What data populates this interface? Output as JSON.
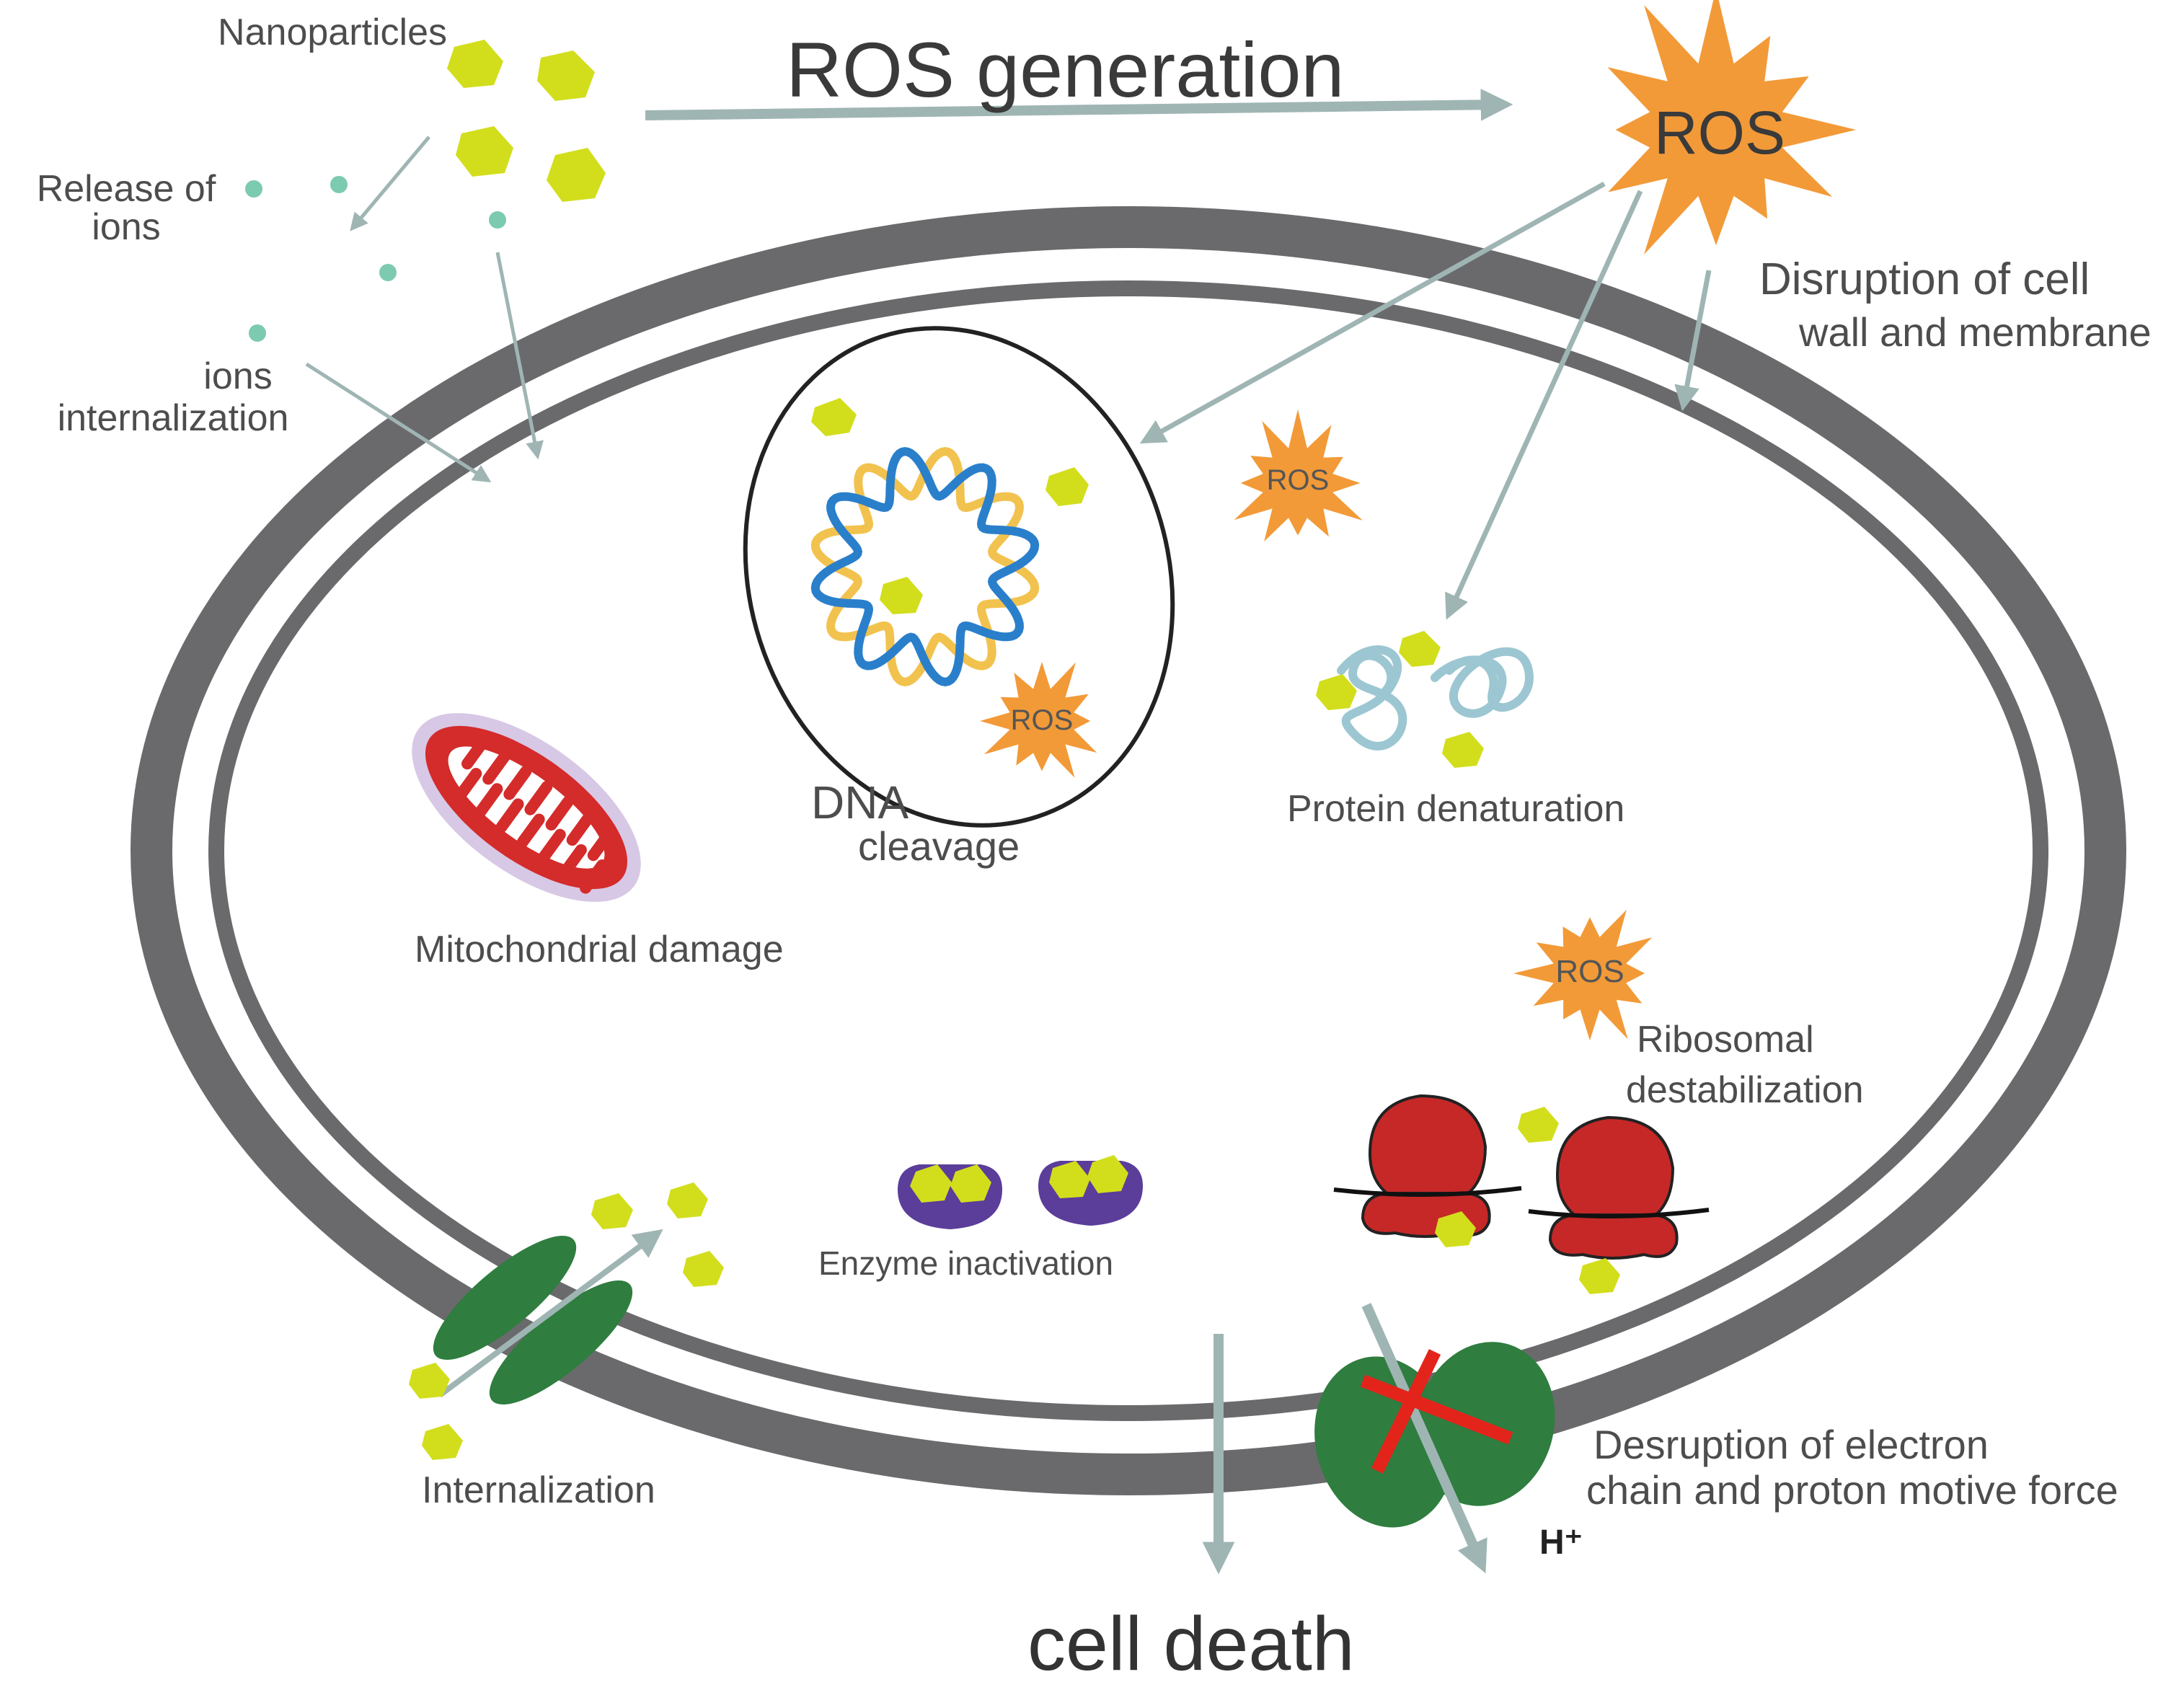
{
  "labels": {
    "nanoparticles": "Nanoparticles",
    "release_of_ions_1": "Release of",
    "release_of_ions_2": "ions",
    "ions_internalization_1": "ions",
    "ions_internalization_2": "internalization",
    "ros_generation": "ROS generation",
    "ros_big": "ROS",
    "disruption_cell_wall_1": "Disruption of cell",
    "disruption_cell_wall_2": "wall and membrane",
    "ros_small": "ROS",
    "dna_1": "DNA",
    "dna_2": "cleavage",
    "protein_denaturation": "Protein denaturation",
    "mitochondrial_damage": "Mitochondrial damage",
    "ribosomal_1": "Ribosomal",
    "ribosomal_2": "destabilization",
    "enzyme_inactivation": "Enzyme inactivation",
    "internalization": "Internalization",
    "electron_chain_1": "Desruption of electron",
    "electron_chain_2": "chain and proton motive force",
    "h_plus": "H⁺",
    "cell_death": "cell death"
  },
  "colors": {
    "cell_wall": "#6a6a6d",
    "arrow": "#9fb5b4",
    "nanoparticle": "#d2de1c",
    "ion": "#7ccab0",
    "ros": "#f29a38",
    "mitochondria": "#d42b2b",
    "ribosome": "#c62828",
    "channel": "#2f7d3f",
    "enzyme": "#5b3d9a",
    "dna_blue": "#2a7fcb",
    "dna_yellow": "#f2c24e",
    "protein": "#9cc7d2",
    "cross": "#e3241b"
  }
}
